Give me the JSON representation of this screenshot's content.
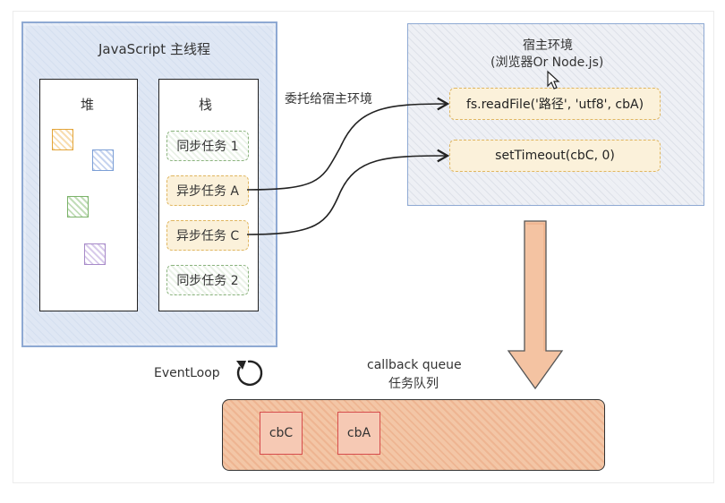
{
  "js_thread": {
    "title": "JavaScript 主线程",
    "heap_title": "堆",
    "stack_title": "栈",
    "stack_items": [
      "同步任务 1",
      "异步任务 A",
      "异步任务 C",
      "同步任务 2"
    ]
  },
  "delegate_label": "委托给宿主环境",
  "host": {
    "title": "宿主环境",
    "subtitle": "(浏览器Or Node.js)",
    "apis": [
      "fs.readFile('路径', 'utf8', cbA)",
      "setTimeout(cbC, 0)"
    ]
  },
  "event_loop_label": "EventLoop",
  "queue": {
    "title": "callback queue",
    "subtitle": "任务队列",
    "items": [
      "cbC",
      "cbA"
    ]
  },
  "colors": {
    "js_panel": "#dfe7f4",
    "queue_fill": "#f3c6a6",
    "arrow_fill": "#f4c3a2",
    "async_fill": "#fbf1da",
    "callback_border": "#d64d4d"
  },
  "icons": [
    "event-loop-icon",
    "cursor-icon"
  ]
}
